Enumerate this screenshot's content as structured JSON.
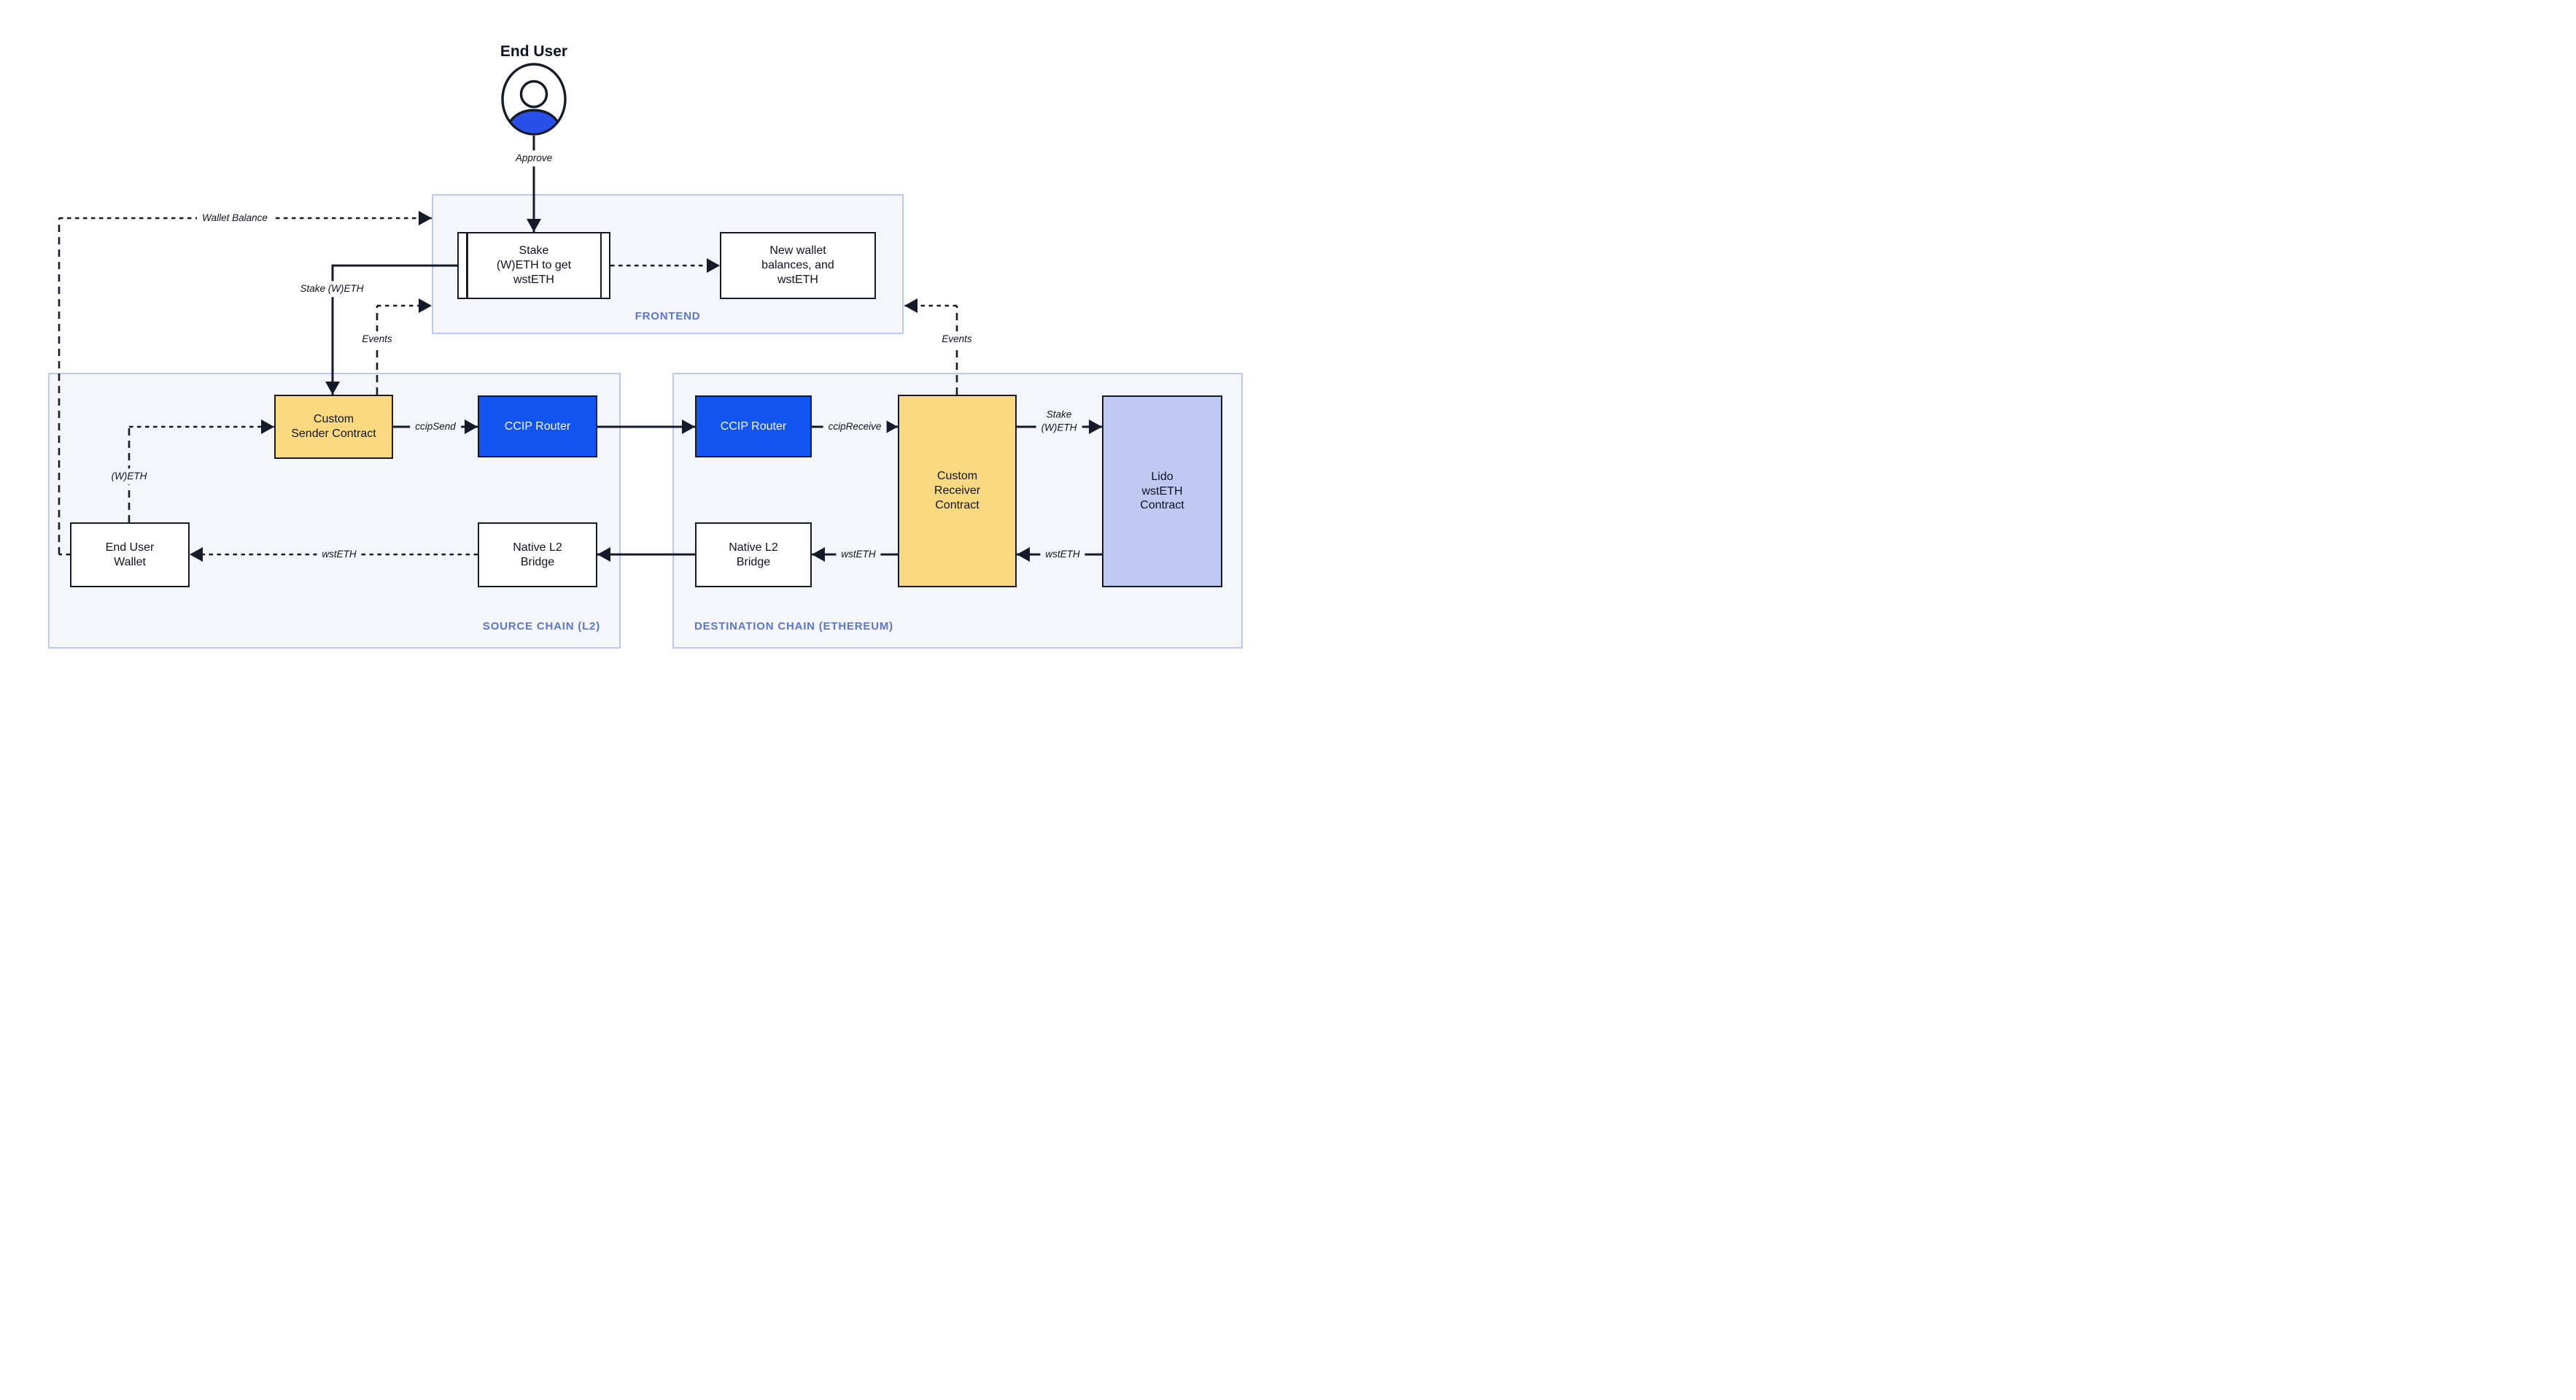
{
  "diagram": {
    "actor": {
      "name": "End User"
    },
    "frontend": {
      "label": "FRONTEND",
      "stake_widget": "Stake\n(W)ETH to get\nwstETH",
      "new_wallet": "New wallet\nbalances, and\nwstETH"
    },
    "source_chain": {
      "label": "SOURCE CHAIN (L2)",
      "custom_sender": "Custom\nSender Contract",
      "ccip_router": "CCIP Router",
      "end_user_wallet": "End User\nWallet",
      "native_l2_bridge": "Native L2\nBridge"
    },
    "destination_chain": {
      "label": "DESTINATION CHAIN (ETHEREUM)",
      "ccip_router": "CCIP Router",
      "custom_receiver": "Custom\nReceiver\nContract",
      "lido_wsteth": "Lido\nwstETH\nContract",
      "native_l2_bridge": "Native L2\nBridge"
    },
    "edge_labels": {
      "approve": "Approve",
      "wallet_balance": "Wallet Balance",
      "stake_weth": "Stake (W)ETH",
      "events_left": "Events",
      "events_right": "Events",
      "ccip_send": "ccipSend",
      "ccip_receive": "ccipReceive",
      "stake_weth_dest": "Stake\n(W)ETH",
      "weth": "(W)ETH",
      "wsteth_to_wallet": "wstETH",
      "wsteth_receiver_to_bridge": "wstETH",
      "wsteth_lido_to_receiver": "wstETH"
    },
    "colors": {
      "router_blue": "#1254f0",
      "contract_yellow": "#fad980",
      "lido_lavender": "#bfc9f1",
      "container_fill": "#f4f6fb",
      "container_border": "#bcc8f0",
      "stroke_dark": "#161b29",
      "chain_label_blue": "#5b76cb",
      "avatar_blue": "#2850e8"
    }
  }
}
